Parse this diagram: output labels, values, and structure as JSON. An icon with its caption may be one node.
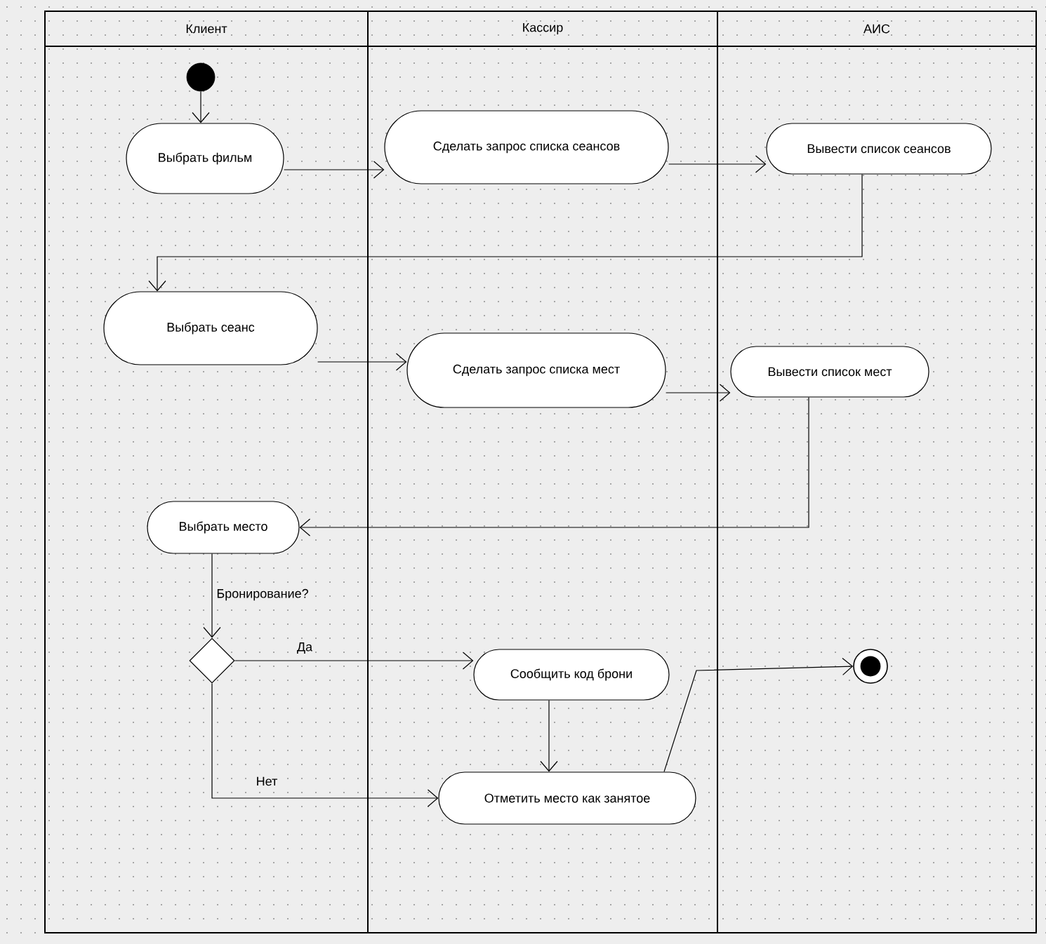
{
  "diagram": {
    "nodes": [
      {
        "text": [
          "Клиент"
        ]
      },
      {
        "text": [
          "Кассир"
        ]
      },
      {
        "text": [
          "АИС"
        ]
      },
      {
        "text": [],
        "shape": "circle",
        "in": 0
      },
      {
        "text": [
          "Выбрать фильм"
        ],
        "in": 0
      },
      {
        "text": [
          "Сделать запрос списка сеансов"
        ],
        "in": 1
      },
      {
        "text": [
          "Вывести список сеансов"
        ],
        "in": 2
      },
      {
        "text": [
          "Выбрать сеанс"
        ],
        "in": 0
      },
      {
        "text": [
          "Сделать запрос списка мест"
        ],
        "in": 1
      },
      {
        "text": [
          "Вывести список мест"
        ],
        "in": 2
      },
      {
        "text": [
          "Выбрать место"
        ],
        "in": 0
      },
      {
        "text": [],
        "shape": "diamond",
        "in": 0
      },
      {
        "text": [
          "Сообщить код брони"
        ],
        "in": 1
      },
      {
        "text": [
          "Отметить место как занятое"
        ],
        "in": 1
      },
      {
        "text": [],
        "shape": "circle",
        "in": 2
      }
    ],
    "edges": [
      {
        "from": 3,
        "to": 4,
        "arrow": "to"
      },
      {
        "from": 4,
        "to": 5,
        "arrow": "to"
      },
      {
        "from": 5,
        "to": 6,
        "arrow": "to"
      },
      {
        "from": 6,
        "to": 7,
        "arrow": "to"
      },
      {
        "from": 7,
        "to": 8,
        "arrow": "to"
      },
      {
        "from": 8,
        "to": 9,
        "arrow": "to"
      },
      {
        "from": 9,
        "to": 10,
        "arrow": "to"
      },
      {
        "from": 10,
        "to": 11,
        "arrow": "to",
        "label": "Бронирование?"
      },
      {
        "from": 11,
        "to": 12,
        "arrow": "to",
        "label": "Да"
      },
      {
        "from": 11,
        "to": 13,
        "arrow": "to",
        "label": "Нет"
      },
      {
        "from": 12,
        "to": 13,
        "arrow": "to"
      },
      {
        "from": 13,
        "to": 14,
        "arrow": "to"
      }
    ]
  }
}
